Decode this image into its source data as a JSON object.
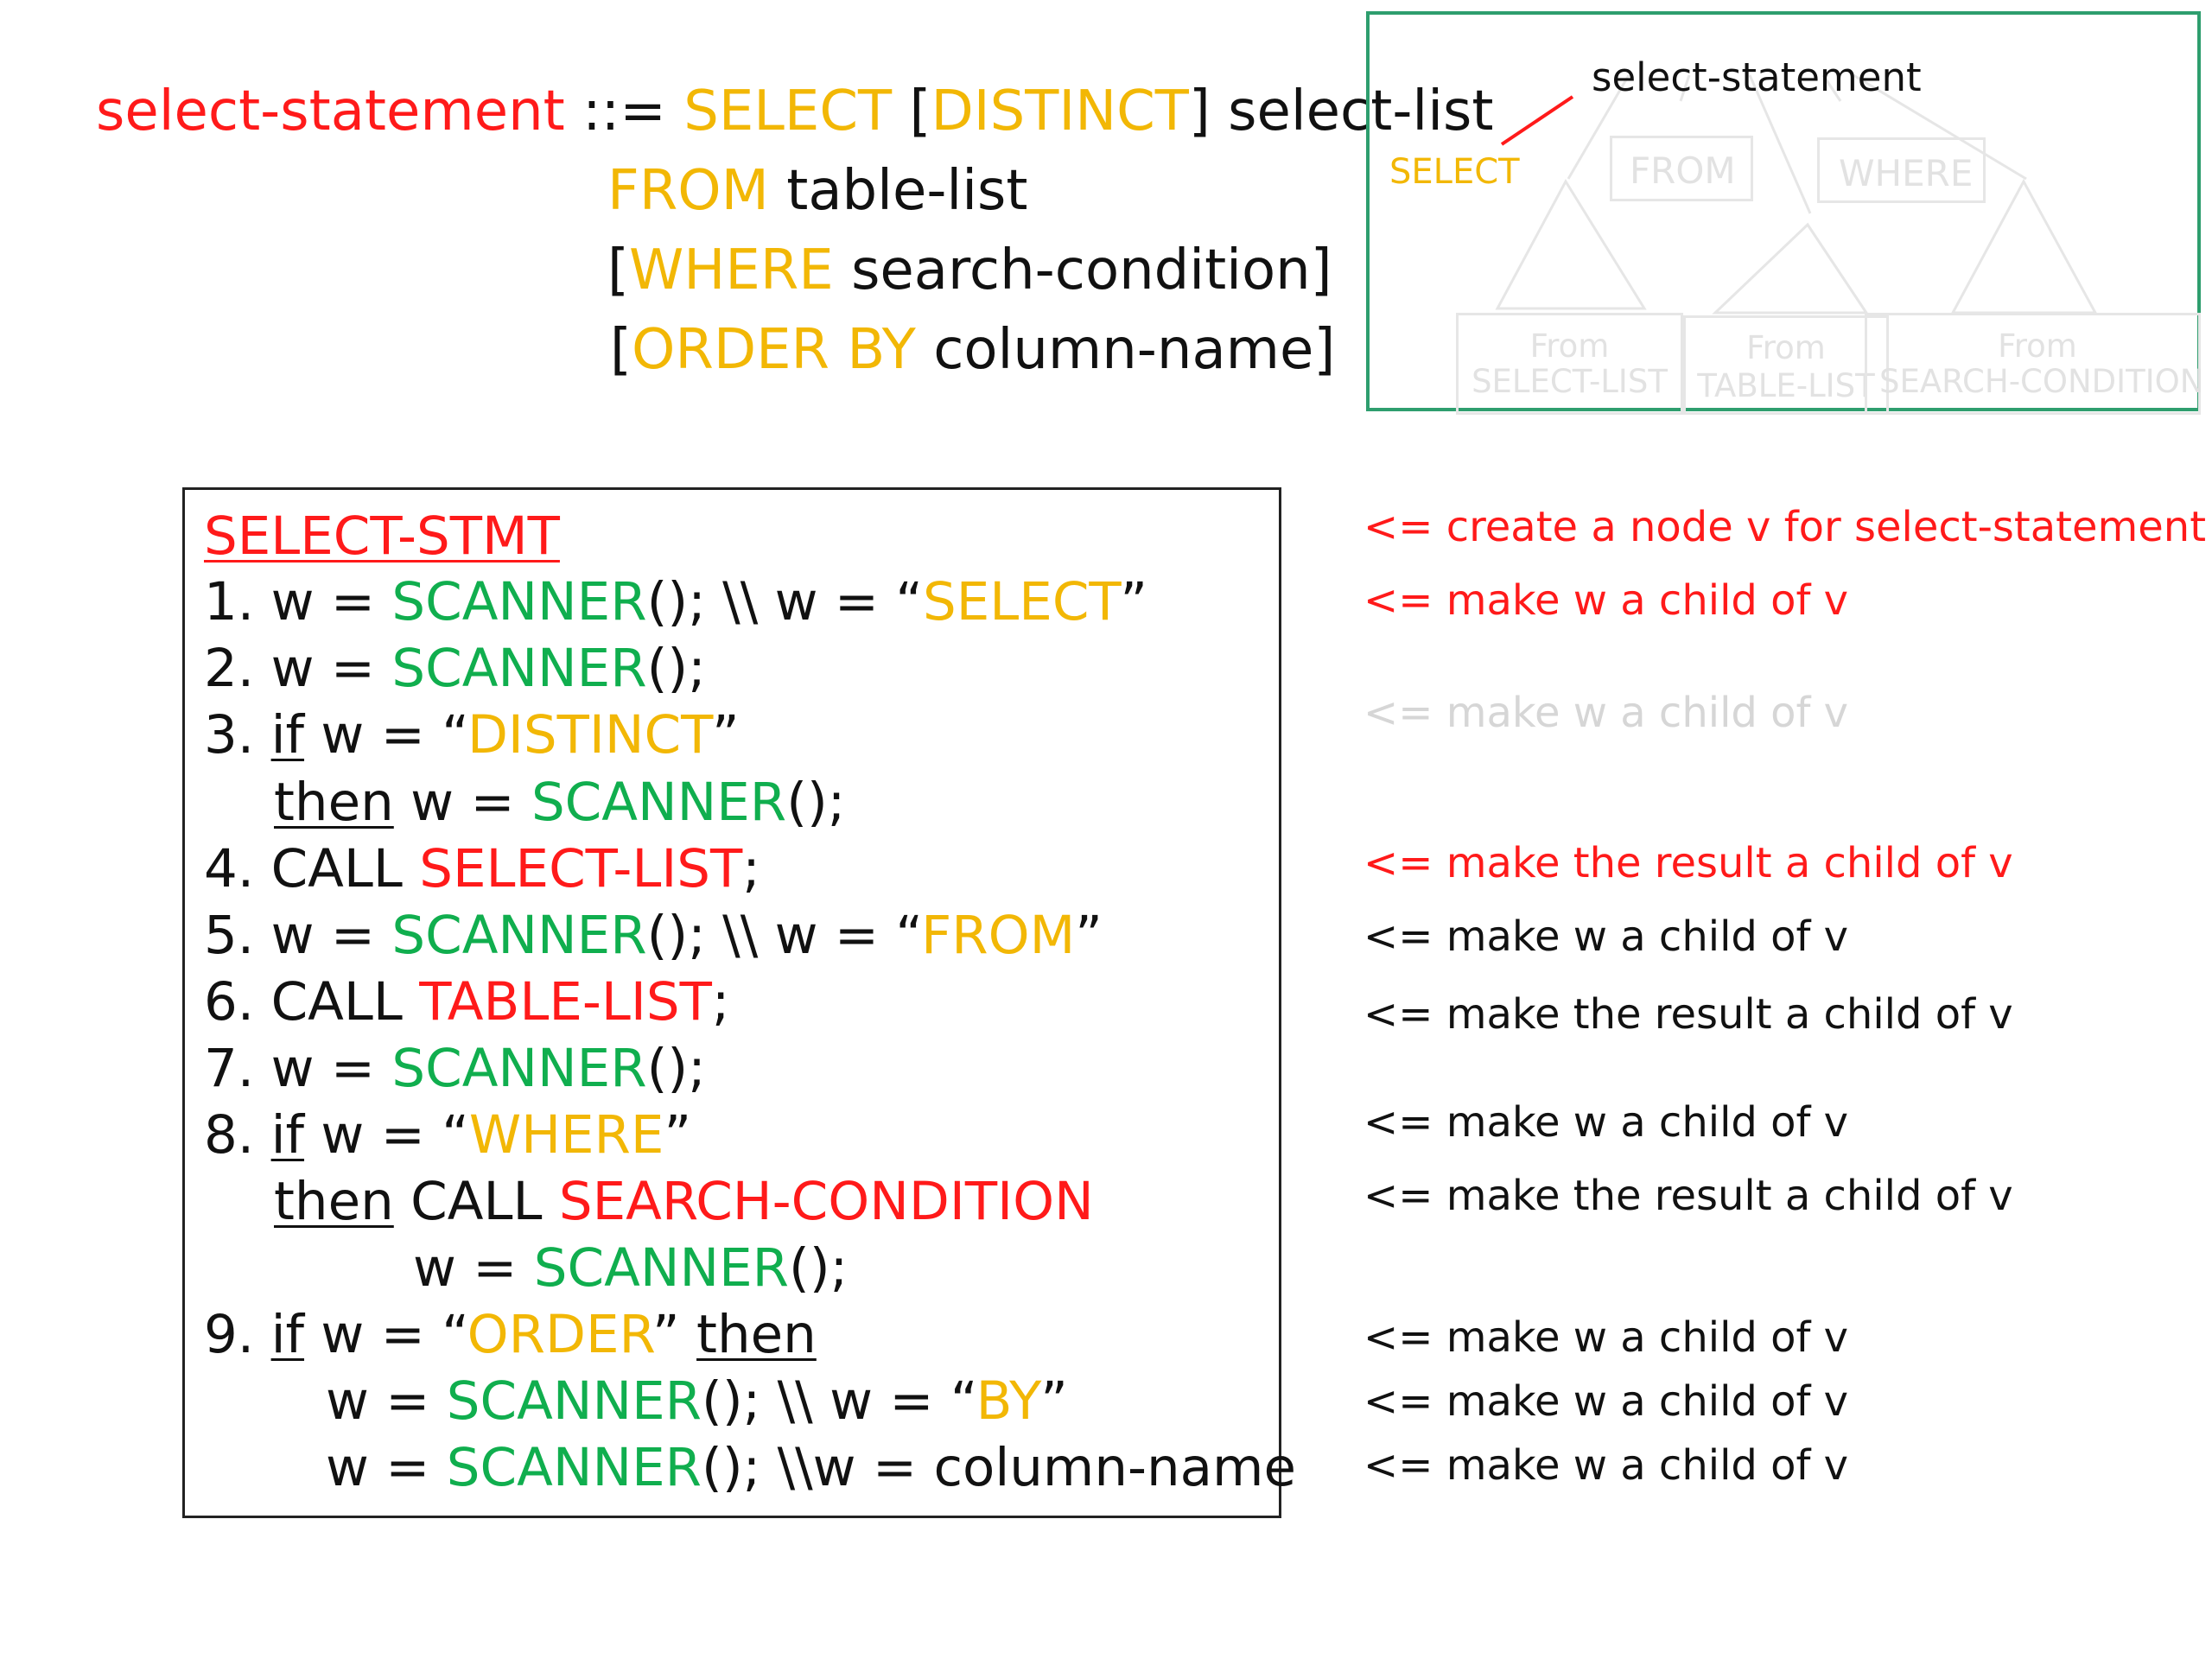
{
  "grammar": {
    "lhs": "select-statement",
    "assign": " ::= ",
    "line1": {
      "kw_select": "SELECT",
      "ob1": " [",
      "kw_distinct": "DISTINCT",
      "cb1": "]",
      "rest": " select-list"
    },
    "line2": {
      "kw_from": "FROM",
      "rest": " table-list"
    },
    "line3": {
      "ob": "[",
      "kw_where": "WHERE",
      "rest": " search-condition]"
    },
    "line4": {
      "ob": "[",
      "kw_orderby": "ORDER BY",
      "rest": " column-name]"
    }
  },
  "tree": {
    "root": "select-statement",
    "select": "SELECT",
    "from": "FROM",
    "where": "WHERE",
    "sub_from_word": "From",
    "sub1": "SELECT-LIST",
    "sub2": "TABLE-LIST",
    "sub3": "SEARCH-CONDITION",
    "colors": {
      "border": "#2E9E6E",
      "faded": "#E2E2E2",
      "keyword": "#F2B705",
      "edge": "#FF1A1A"
    }
  },
  "code": {
    "title": "SELECT-STMT",
    "l1": {
      "num": "1. w = ",
      "fn": "SCANNER",
      "mid": "(); \\\\ w = “",
      "kw": "SELECT",
      "end": "”"
    },
    "l2": {
      "num": "2. w = ",
      "fn": "SCANNER",
      "end": "();"
    },
    "l3": {
      "num": "3. ",
      "if": "if",
      "mid": " w = “",
      "kw": "DISTINCT",
      "end": "”"
    },
    "l3b": {
      "then": "then",
      "mid": " w = ",
      "fn": "SCANNER",
      "end": "();"
    },
    "l4": {
      "num": "4. CALL ",
      "call": "SELECT-LIST",
      "end": ";"
    },
    "l5": {
      "num": "5. w = ",
      "fn": "SCANNER",
      "mid": "(); \\\\ w = “",
      "kw": "FROM",
      "end": "”"
    },
    "l6": {
      "num": "6. CALL ",
      "call": "TABLE-LIST",
      "end": ";"
    },
    "l7": {
      "num": "7. w = ",
      "fn": "SCANNER",
      "end": "();"
    },
    "l8": {
      "num": "8. ",
      "if": "if",
      "mid": " w = “",
      "kw": "WHERE",
      "end": "”"
    },
    "l8b": {
      "then": "then",
      "mid": " CALL ",
      "call": "SEARCH-CONDITION"
    },
    "l8c": {
      "mid": "w = ",
      "fn": "SCANNER",
      "end": "();"
    },
    "l9": {
      "num": "9. ",
      "if": "if",
      "mid": " w = “",
      "kw": "ORDER",
      "q": "” ",
      "then": "then"
    },
    "l9b": {
      "mid": "w = ",
      "fn": "SCANNER",
      "mid2": "(); \\\\ w = “",
      "kw": "BY",
      "end": "”"
    },
    "l9c": {
      "mid": "w = ",
      "fn": "SCANNER",
      "end": "(); \\\\w = column-name"
    }
  },
  "annotations": [
    "<= create a node v for select-statement",
    "<= make w a child of v",
    "<= make w a child of v",
    "<= make the result a child of v",
    "<= make w a child of v",
    "<= make the result a child of v",
    "<= make w a child of v",
    "<= make the result a child of v",
    "<= make w a child of v",
    "<= make w a child of v",
    "<= make w a child of v"
  ],
  "colors": {
    "keyword": "#F2B705",
    "call": "#FF1A1A",
    "function": "#10AE4E",
    "text": "#111111"
  }
}
